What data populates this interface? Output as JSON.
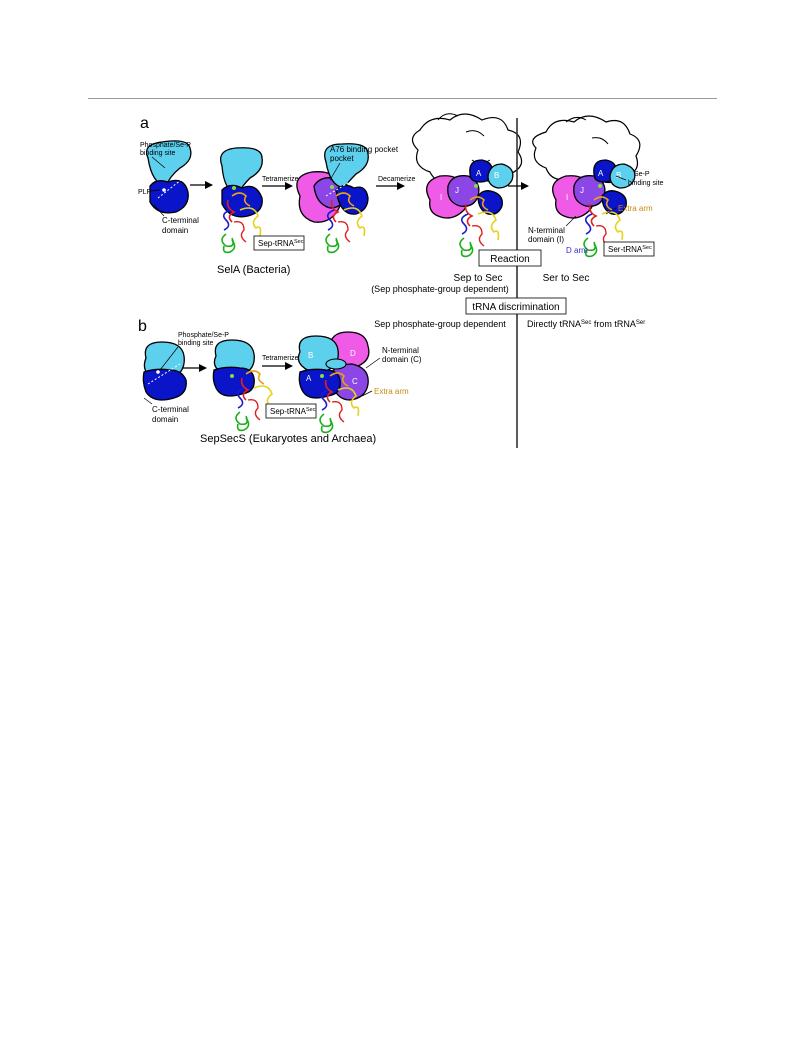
{
  "panel_a": {
    "letter": "a",
    "labels": {
      "binding_site_1": "Phosphate/Se-P",
      "binding_site_2": "binding site",
      "plp": "PLP",
      "cterm_1": "C-terminal",
      "cterm_2": "domain",
      "tetramerize": "Tetramerize",
      "a76_1": "A76 binding pocket",
      "a76_2": "pocket",
      "decamerize": "Decamerize",
      "sep_p_1": "Se-P",
      "sep_p_2": "binding site",
      "extra_arm": "Extra arm",
      "nterm_1": "N-terminal",
      "nterm_2": "domain (I)",
      "d_arm": "D arm",
      "sep_trna": "Sep-tRNA",
      "sep_trna_sup": "Sec",
      "ser_trna": "Ser-tRNA",
      "ser_trna_sup": "Sec",
      "caption": "SelA (Bacteria)",
      "subunit_a": "A",
      "subunit_b": "B",
      "subunit_i": "I",
      "subunit_j": "J"
    }
  },
  "panel_b": {
    "letter": "b",
    "labels": {
      "binding_site_1": "Phosphate/Se-P",
      "binding_site_2": "binding site",
      "cterm_1": "C-terminal",
      "cterm_2": "domain",
      "tetramerize": "Tetramerize",
      "nterm_1": "N-terminal",
      "nterm_2": "domain (C)",
      "extra_arm": "Extra arm",
      "sep_trna": "Sep-tRNA",
      "sep_trna_sup": "Sec",
      "caption": "SepSecS (Eukaryotes and Archaea)",
      "subunit_a": "A",
      "subunit_b": "B",
      "subunit_c": "C",
      "subunit_d": "D"
    }
  },
  "comparison": {
    "reaction_header": "Reaction",
    "left_reaction": "Sep to Sec",
    "left_reaction_note": "(Sep phosphate-group dependent)",
    "right_reaction": "Ser to Sec",
    "discrimination_header": "tRNA discrimination",
    "left_discrimination": "Sep phosphate-group dependent",
    "right_discrimination_pre": "Directly tRNA",
    "right_discrimination_sup1": "Sec",
    "right_discrimination_mid": " from tRNA",
    "right_discrimination_sup2": "Ser"
  },
  "colors": {
    "light_blue": "#5dd0ee",
    "dark_blue": "#0a14c8",
    "magenta": "#ef5ae6",
    "purple": "#8c46e6",
    "extra_arm_label": "#c98a10",
    "d_arm_label": "#3a2bd0"
  }
}
